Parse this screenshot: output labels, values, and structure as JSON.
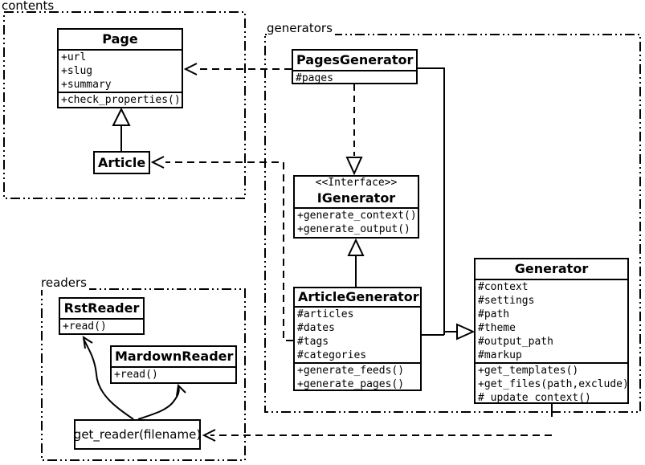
{
  "diagram": {
    "packages": {
      "contents": {
        "label": "contents"
      },
      "generators": {
        "label": "generators"
      },
      "readers": {
        "label": "readers"
      }
    },
    "classes": {
      "page": {
        "title": "Page",
        "attributes": [
          "+url",
          "+slug",
          "+summary"
        ],
        "methods": [
          "+check_properties()"
        ]
      },
      "article": {
        "title": "Article"
      },
      "pagesGenerator": {
        "title": "PagesGenerator",
        "attributes": [
          "#pages"
        ]
      },
      "igenerator": {
        "stereotype": "<<Interface>>",
        "title": "IGenerator",
        "methods": [
          "+generate_context()",
          "+generate_output()"
        ]
      },
      "articleGenerator": {
        "title": "ArticleGenerator",
        "attributes": [
          "#articles",
          "#dates",
          "#tags",
          "#categories"
        ],
        "methods": [
          "+generate_feeds()",
          "+generate_pages()"
        ]
      },
      "generator": {
        "title": "Generator",
        "attributes": [
          "#context",
          "#settings",
          "#path",
          "#theme",
          "#output_path",
          "#markup"
        ],
        "methods": [
          "+get_templates()",
          "+get_files(path,exclude)",
          "#_update_context()"
        ]
      },
      "rstReader": {
        "title": "RstReader",
        "methods": [
          "+read()"
        ]
      },
      "mardownReader": {
        "title": "MardownReader",
        "methods": [
          "+read()"
        ]
      },
      "getReader": {
        "title": "get_reader(filename)"
      }
    },
    "colors": {
      "line": "#000000",
      "background": "#ffffff"
    }
  }
}
